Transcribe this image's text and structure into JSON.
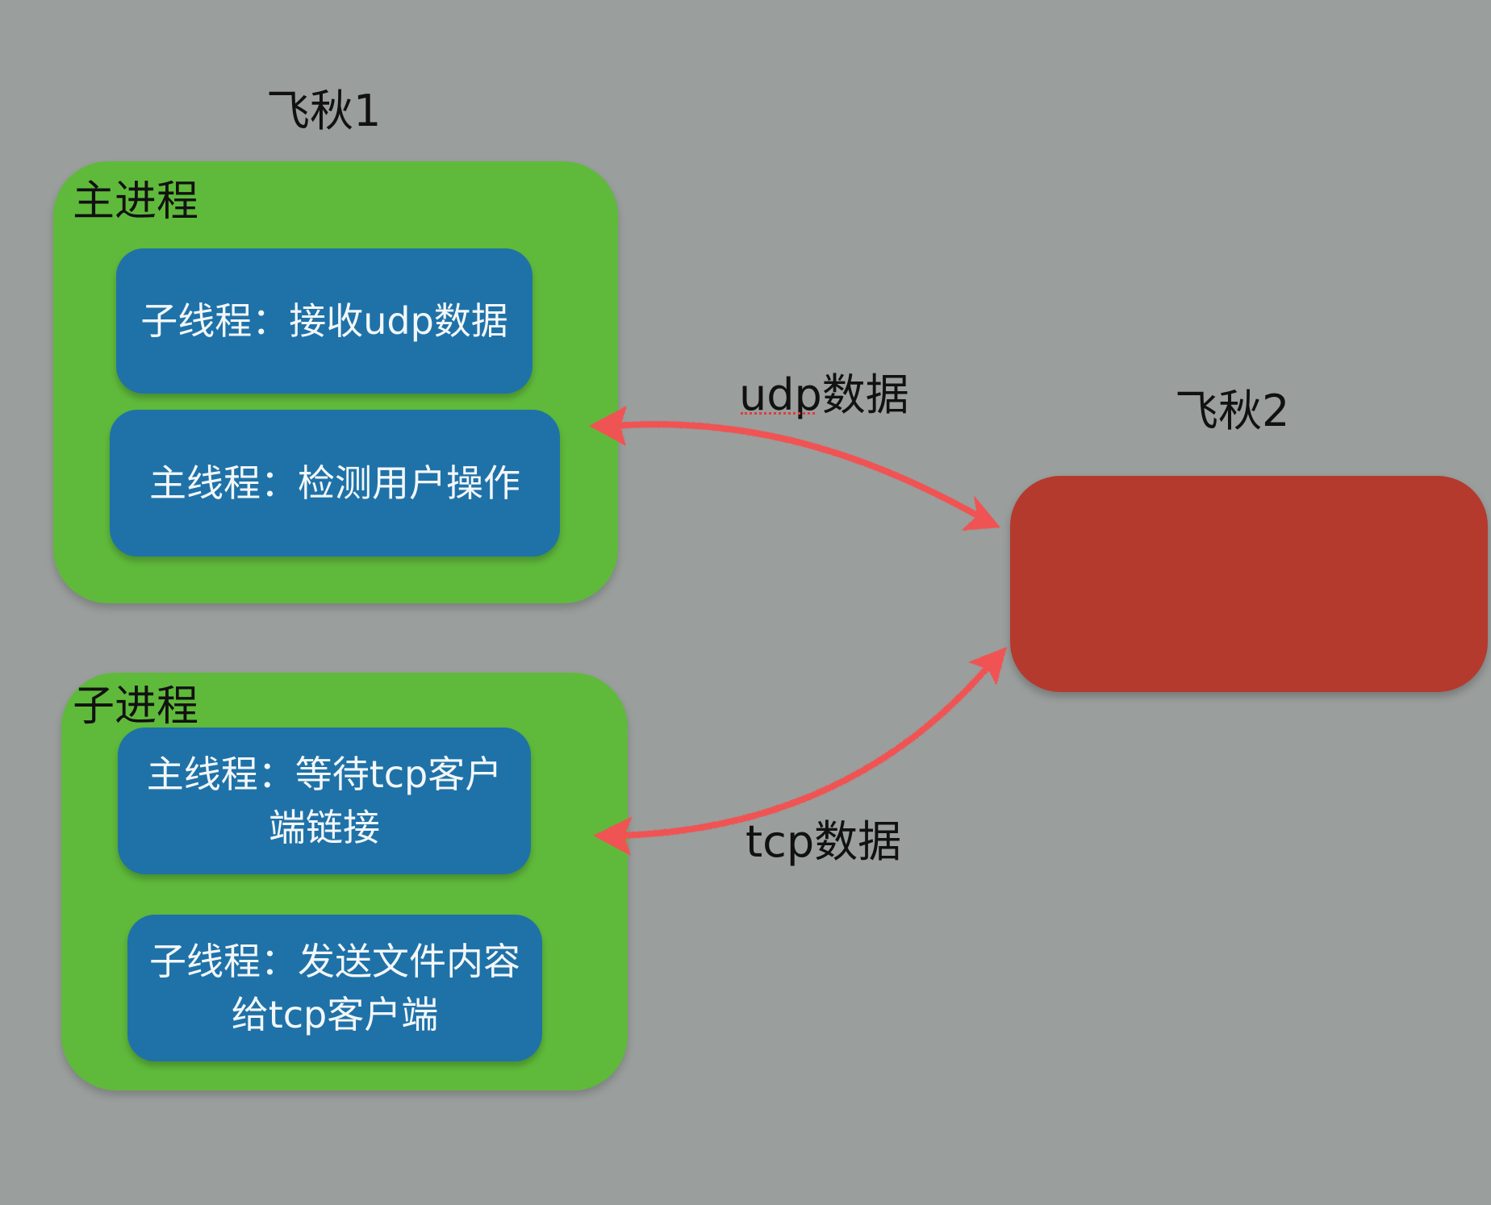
{
  "diagram": {
    "node1_label": "飞秋1",
    "node2_label": "飞秋2",
    "main_process": {
      "title": "主进程",
      "threads": [
        "子线程：接收udp数据",
        "主线程：检测用户操作"
      ]
    },
    "child_process": {
      "title": "子进程",
      "threads": [
        "主线程：等待tcp客户\n端链接",
        "子线程：发送文件内容\n给tcp客户端"
      ]
    },
    "udp_label": "udp数据",
    "tcp_label": "tcp数据"
  },
  "colors": {
    "background": "#9a9e9c",
    "process_box": "#5fba3b",
    "thread_box": "#1f72a8",
    "node2_box": "#b53a2e",
    "arrow": "#f05252"
  }
}
